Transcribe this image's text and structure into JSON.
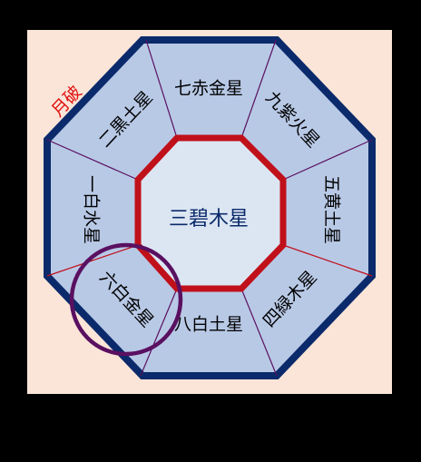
{
  "center": {
    "label": "三碧木星"
  },
  "sectors": [
    {
      "name": "top",
      "label": "七赤金星"
    },
    {
      "name": "top-right",
      "label": "九紫火星"
    },
    {
      "name": "right",
      "label": "五黄土星"
    },
    {
      "name": "bottom-right",
      "label": "四緑木星"
    },
    {
      "name": "bottom",
      "label": "八白土星"
    },
    {
      "name": "bottom-left",
      "label": "六白金星"
    },
    {
      "name": "left",
      "label": "一白水星"
    },
    {
      "name": "top-left",
      "label": "二黒土星"
    }
  ],
  "annotations": {
    "geppa": "月破"
  },
  "colors": {
    "background": "#000000",
    "panel": "#fbe5d8",
    "octagon_fill": "#b8c9e6",
    "octagon_border": "#0b2a6b",
    "inner_fill": "#dce6f3",
    "inner_border": "#c0101a",
    "divider": "#5a1060",
    "geppa_line": "#c0101a",
    "circle": "#5a1060",
    "label_text": "#000000",
    "center_text": "#0b2a6b",
    "geppa_text": "#e01010"
  }
}
